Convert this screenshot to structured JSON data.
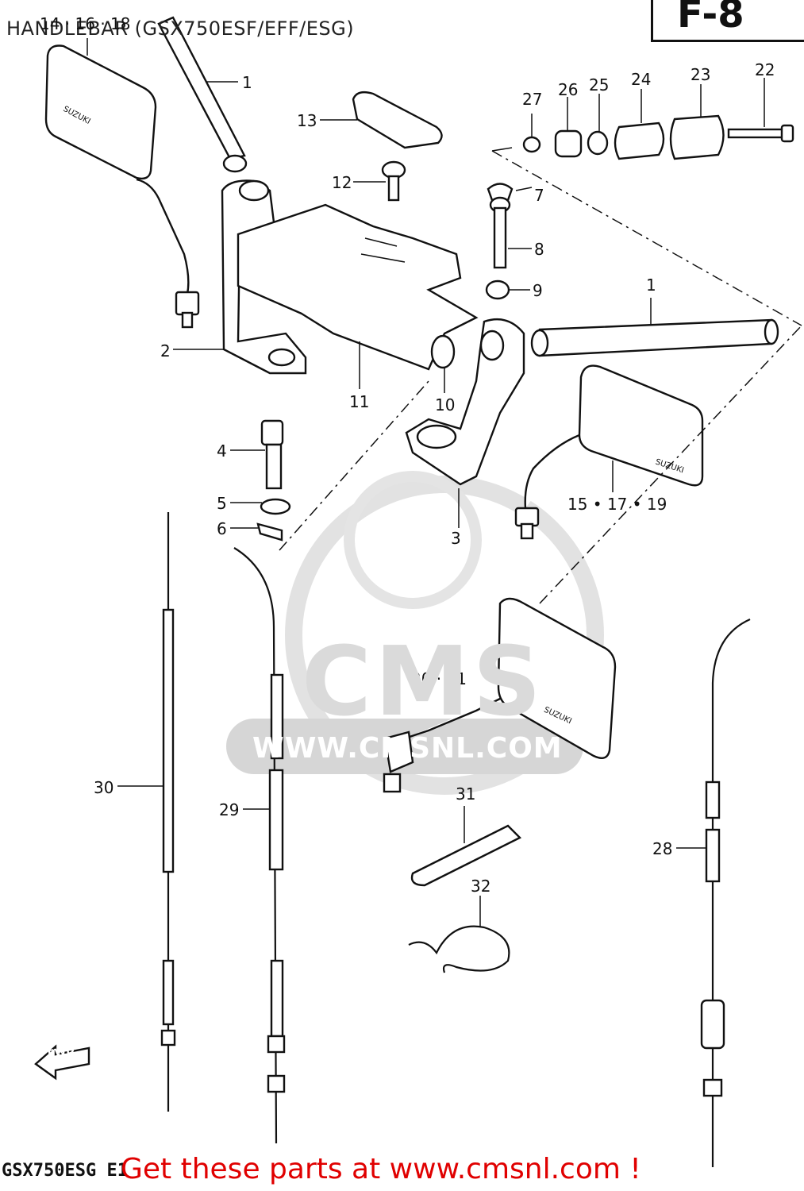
{
  "diagram": {
    "title": "HANDLEBAR (GSX750ESF/EFF/ESG)",
    "figure_number": "F-8",
    "footer_code": "GSX750ESG E1",
    "footer_promo": "Get these parts at www.cmsnl.com !",
    "watermark_brand": "CMS",
    "watermark_url": "WWW.CMSNL.COM",
    "fwd_label": "FWD",
    "brand_on_mirror": "SUZUKI"
  },
  "callouts": [
    {
      "id": "c1a",
      "text": "14 · 16 · 18"
    },
    {
      "id": "c1",
      "text": "1"
    },
    {
      "id": "c13",
      "text": "13"
    },
    {
      "id": "c12",
      "text": "12"
    },
    {
      "id": "c27",
      "text": "27"
    },
    {
      "id": "c26",
      "text": "26"
    },
    {
      "id": "c25",
      "text": "25"
    },
    {
      "id": "c24",
      "text": "24"
    },
    {
      "id": "c23",
      "text": "23"
    },
    {
      "id": "c22",
      "text": "22"
    },
    {
      "id": "c7",
      "text": "7"
    },
    {
      "id": "c8",
      "text": "8"
    },
    {
      "id": "c9",
      "text": "9"
    },
    {
      "id": "c1b",
      "text": "1"
    },
    {
      "id": "c2",
      "text": "2"
    },
    {
      "id": "c11",
      "text": "11"
    },
    {
      "id": "c10",
      "text": "10"
    },
    {
      "id": "c4",
      "text": "4"
    },
    {
      "id": "c5",
      "text": "5"
    },
    {
      "id": "c6",
      "text": "6"
    },
    {
      "id": "c3",
      "text": "3"
    },
    {
      "id": "c15",
      "text": "15 • 17 • 19"
    },
    {
      "id": "c20",
      "text": "20 · 21"
    },
    {
      "id": "c30",
      "text": "30"
    },
    {
      "id": "c29",
      "text": "29"
    },
    {
      "id": "c31",
      "text": "31"
    },
    {
      "id": "c32",
      "text": "32"
    },
    {
      "id": "c28",
      "text": "28"
    }
  ]
}
